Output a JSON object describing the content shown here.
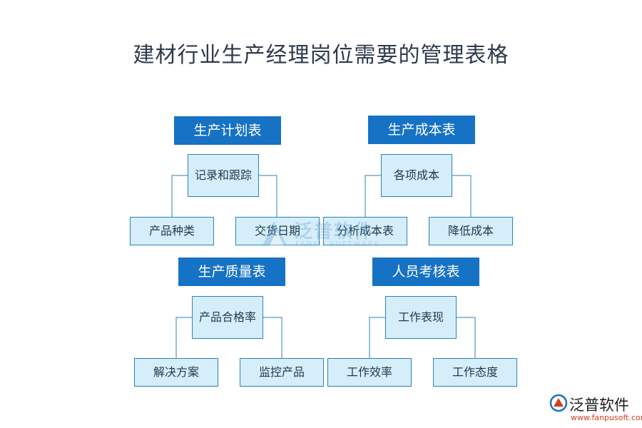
{
  "title": "建材行业生产经理岗位需要的管理表格",
  "groups": [
    {
      "header": "生产计划表",
      "middle": "记录和跟踪",
      "left": "产品种类",
      "right": "交货日期"
    },
    {
      "header": "生产成本表",
      "middle": "各项成本",
      "left": "分析成本表",
      "right": "降低成本"
    },
    {
      "header": "生产质量表",
      "middle": "产品合格率",
      "left": "解决方案",
      "right": "监控产品"
    },
    {
      "header": "人员考核表",
      "middle": "工作表现",
      "left": "工作效率",
      "right": "工作态度"
    }
  ],
  "watermark": {
    "main": "泛普软件",
    "sub": "FANPU SOFTWARE"
  },
  "logo": {
    "text": "泛普软件",
    "url": "www.fanpusoft.com"
  },
  "colors": {
    "header_bg": "#1672c4",
    "box_bg": "#d6eefa",
    "box_border": "#2a83b8",
    "line": "#2a83b8"
  }
}
